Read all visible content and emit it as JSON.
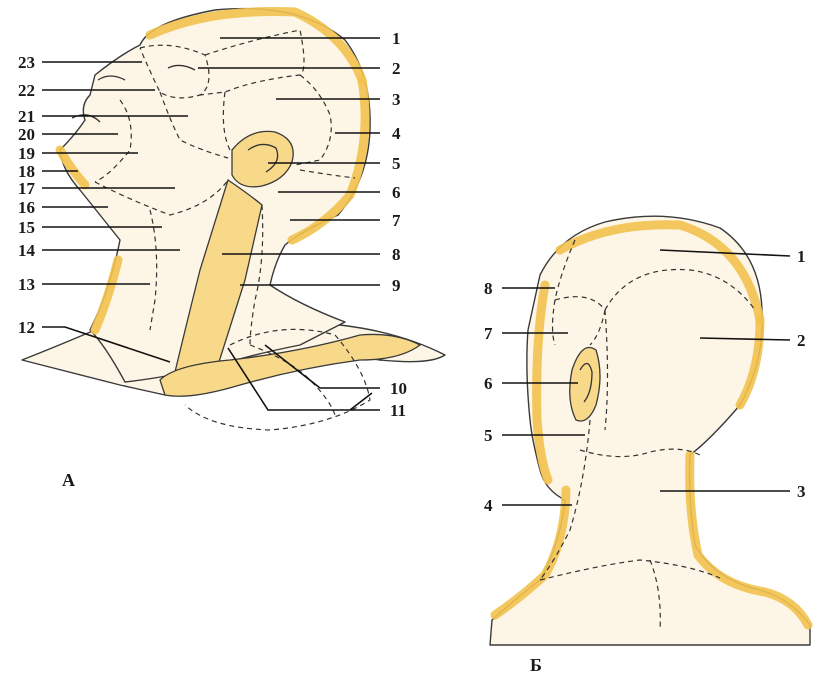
{
  "figure_a": {
    "caption": "А",
    "right_labels": [
      "1",
      "2",
      "3",
      "4",
      "5",
      "6",
      "7",
      "8",
      "9",
      "10",
      "11"
    ],
    "left_labels": [
      "23",
      "22",
      "21",
      "20",
      "19",
      "18",
      "17",
      "16",
      "15",
      "14",
      "13",
      "12"
    ]
  },
  "figure_b": {
    "caption": "Б",
    "right_labels": [
      "1",
      "2",
      "3"
    ],
    "left_labels": [
      "8",
      "7",
      "6",
      "5",
      "4"
    ]
  }
}
